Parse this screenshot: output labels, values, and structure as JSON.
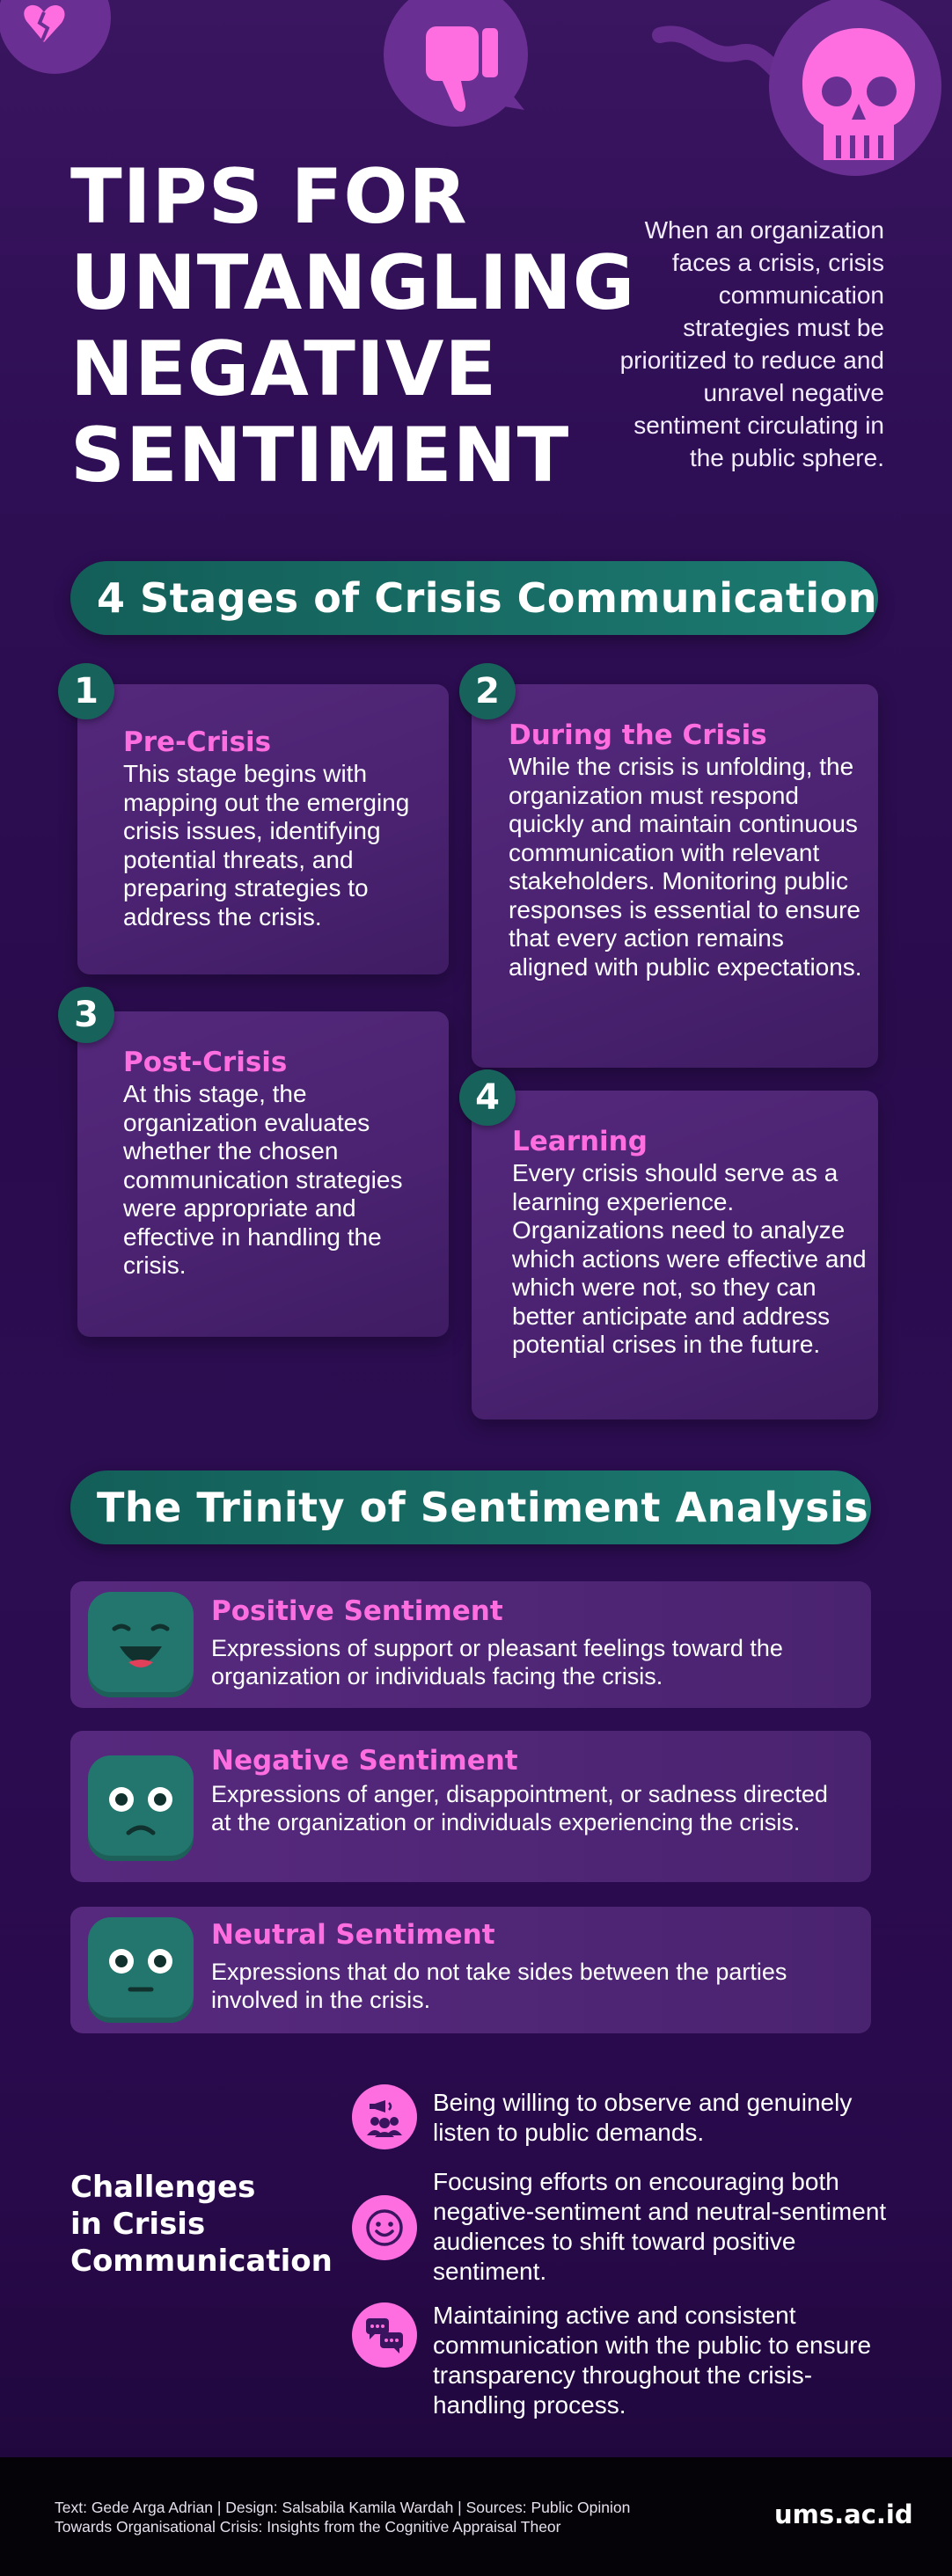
{
  "header": {
    "title_lines": [
      "TIPS FOR",
      "UNTANGLING",
      "NEGATIVE",
      "SENTIMENT"
    ],
    "intro": "When an organization faces a crisis, crisis communication strategies must be prioritized to reduce and unravel negative sentiment circulating in the public sphere."
  },
  "stages": {
    "heading": "4 Stages of Crisis Communication",
    "items": [
      {
        "number": "1",
        "title": "Pre-Crisis",
        "body": "This stage begins with mapping out the emerging crisis issues, identifying potential threats, and preparing strategies to address the crisis."
      },
      {
        "number": "2",
        "title": "During the Crisis",
        "body": "While the crisis is unfolding, the organization must respond quickly and maintain continuous communication with relevant stakeholders. Monitoring public responses is essential to ensure that every action remains aligned with public expectations."
      },
      {
        "number": "3",
        "title": "Post-Crisis",
        "body": "At this stage, the organization evaluates whether the chosen communication strategies were appropriate and effective in handling the crisis."
      },
      {
        "number": "4",
        "title": "Learning",
        "body": "Every crisis should serve as a learning experience. Organizations need to analyze which actions were effective and which were not, so they can better anticipate and address potential crises in the future."
      }
    ]
  },
  "trinity": {
    "heading": "The Trinity of Sentiment Analysis",
    "items": [
      {
        "title": "Positive Sentiment",
        "body": "Expressions of support or pleasant feelings toward the organization or individuals facing the crisis.",
        "icon": "happy-face-icon"
      },
      {
        "title": "Negative Sentiment",
        "body": "Expressions of anger, disappointment, or sadness directed at the organization or individuals experiencing the crisis.",
        "icon": "sad-face-icon"
      },
      {
        "title": "Neutral Sentiment",
        "body": "Expressions that do not take sides between the parties involved in the crisis.",
        "icon": "neutral-face-icon"
      }
    ]
  },
  "challenges": {
    "heading_lines": [
      "Challenges",
      "in Crisis",
      "Communication"
    ],
    "items": [
      {
        "text": "Being willing to observe and genuinely listen to public demands.",
        "icon": "audience-megaphone-icon"
      },
      {
        "text": "Focusing efforts on encouraging both negative-sentiment and neutral-sentiment audiences to shift toward positive sentiment.",
        "icon": "smile-icon"
      },
      {
        "text": "Maintaining active and consistent communication with the public to ensure transparency throughout the crisis-handling process.",
        "icon": "chat-bubbles-icon"
      }
    ]
  },
  "footer": {
    "credits_line1": "Text: Gede Arga Adrian | Design: Salsabila Kamila Wardah | Sources: Public Opinion",
    "credits_line2": "Towards Organisational Crisis: Insights from the Cognitive Appraisal Theor",
    "brand": "ums.ac.id"
  },
  "colors": {
    "accent_pink": "#ff6ee0",
    "teal": "#17625b",
    "background": "#2c0d52"
  },
  "decor_icons": [
    "broken-heart-icon",
    "thumbs-down-icon",
    "skull-icon"
  ]
}
